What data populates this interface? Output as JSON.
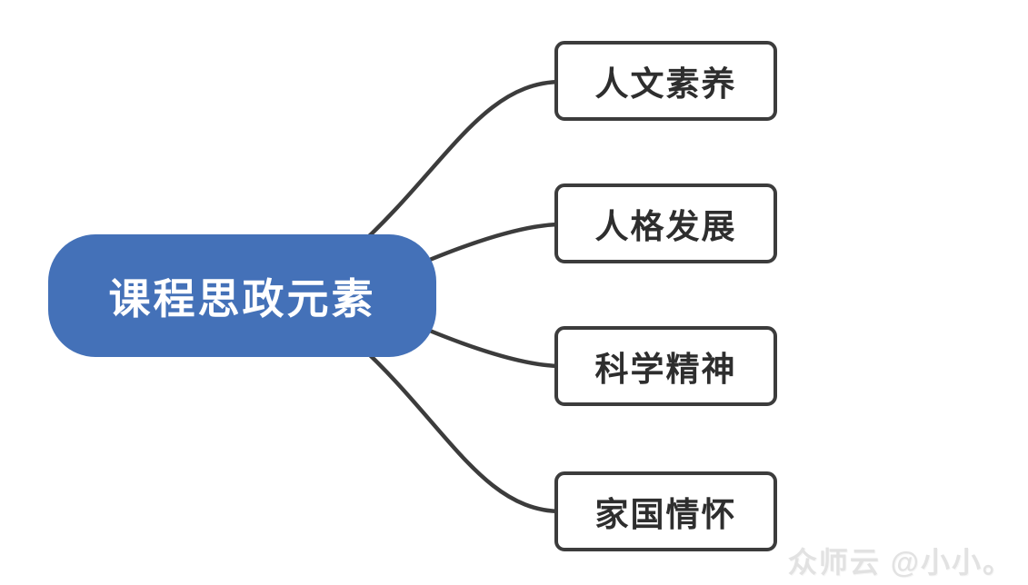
{
  "diagram": {
    "background_color": "#ffffff",
    "root": {
      "label": "课程思政元素",
      "fill_color": "#4471b8",
      "text_color": "#ffffff"
    },
    "branches": [
      {
        "label": "人文素养"
      },
      {
        "label": "人格发展"
      },
      {
        "label": "科学精神"
      },
      {
        "label": "家国情怀"
      }
    ],
    "connector_color": "#3c3c3c",
    "branch_border_color": "#3c3c3c",
    "branch_fill_color": "#ffffff",
    "branch_text_color": "#2e2e2e"
  },
  "watermark": {
    "text": "众师云 @小小。",
    "color": "#e2e2e2"
  }
}
